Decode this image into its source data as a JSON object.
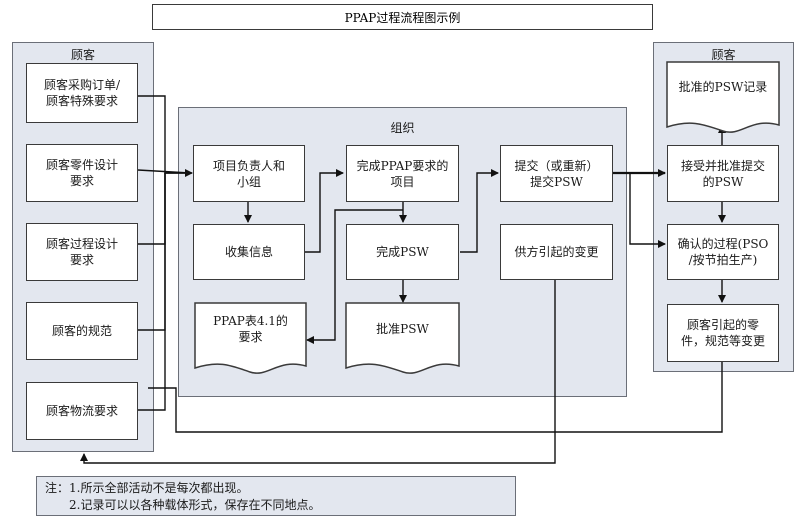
{
  "title": "PPAP过程流程图示例",
  "left_panel": {
    "title": "顾客",
    "items": [
      "顾客采购订单/\n顾客特殊要求",
      "顾客零件设计\n要求",
      "顾客过程设计\n要求",
      "顾客的规范",
      "顾客物流要求"
    ]
  },
  "center_panel": {
    "title": "组织",
    "project_lead": "项目负责人和\n小组",
    "collect_info": "收集信息",
    "ppap_table": "PPAP表4.1的\n要求",
    "complete_ppap": "完成PPAP要求的\n项目",
    "complete_psw": "完成PSW",
    "approve_psw": "批准PSW",
    "submit_psw": "提交（或重新）\n提交PSW",
    "supplier_change": "供方引起的变更"
  },
  "right_panel": {
    "title": "顾客",
    "approved_record": "批准的PSW记录",
    "accept_approve": "接受并批准提交\n的PSW",
    "confirm_process": "确认的过程(PSO\n/按节拍生产)",
    "customer_change": "顾客引起的零\n件，规范等变更"
  },
  "notes": {
    "line1": "注：1.所示全部活动不是每次都出现。",
    "line2": "2.记录可以以各种载体形式，保存在不同地点。"
  }
}
